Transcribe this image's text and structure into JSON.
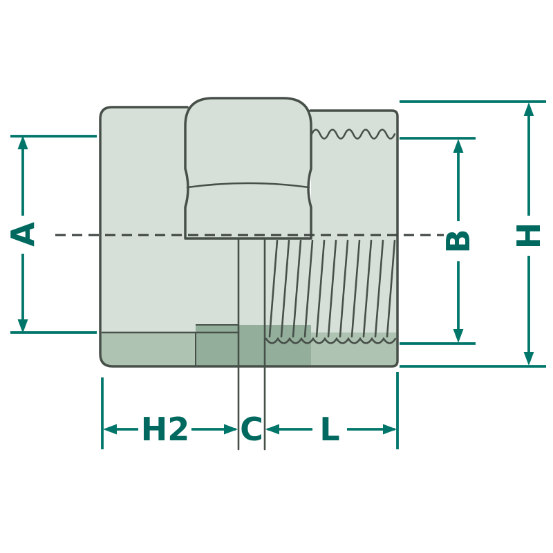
{
  "diagram": {
    "type": "technical-dimension-drawing",
    "subject": "threaded socket pipe fitting half-section",
    "dimension_labels": {
      "A": "A",
      "B": "B",
      "H": "H",
      "H2": "H2",
      "C": "C",
      "L": "L"
    },
    "colors": {
      "dimension_line": "#00766a",
      "label_text": "#00695f",
      "outline": "#474f49",
      "body_fill": "#d7e0d8",
      "socket_band_fill": "#aec3b2",
      "socket_core_fill": "#93ae9b",
      "centerline": "#3d433f",
      "background": "#ffffff"
    }
  }
}
